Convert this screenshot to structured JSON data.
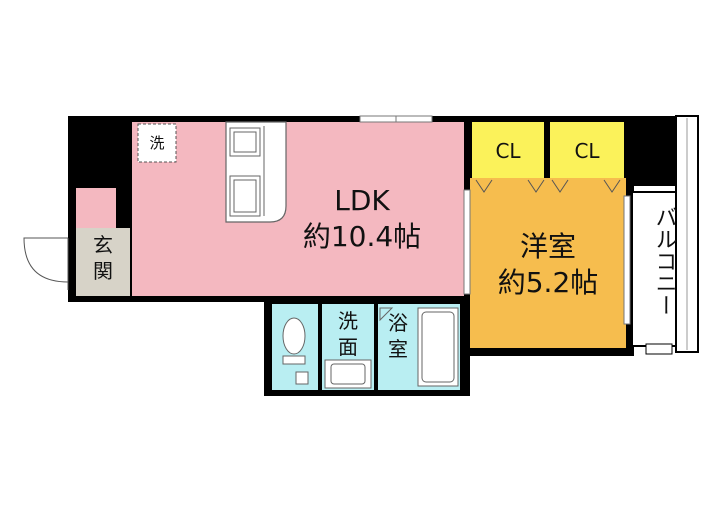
{
  "rooms": {
    "ldk": {
      "name": "LDK",
      "size": "約10.4帖"
    },
    "western": {
      "name": "洋室",
      "size": "約5.2帖"
    },
    "entrance": {
      "label": "玄関"
    },
    "washroom": {
      "label": "洗面"
    },
    "bathroom": {
      "label": "浴室"
    },
    "balcony": {
      "label": "バルコニー"
    },
    "closet_left": {
      "label": "CL"
    },
    "closet_right": {
      "label": "CL"
    },
    "laundry": {
      "label": "洗"
    }
  },
  "colors": {
    "ldk": "#f4b8c0",
    "western": "#f6bd4e",
    "closet": "#fbf25a",
    "wet_area": "#b9eef2",
    "entrance": "#d7d3c8",
    "wall": "#000000"
  }
}
